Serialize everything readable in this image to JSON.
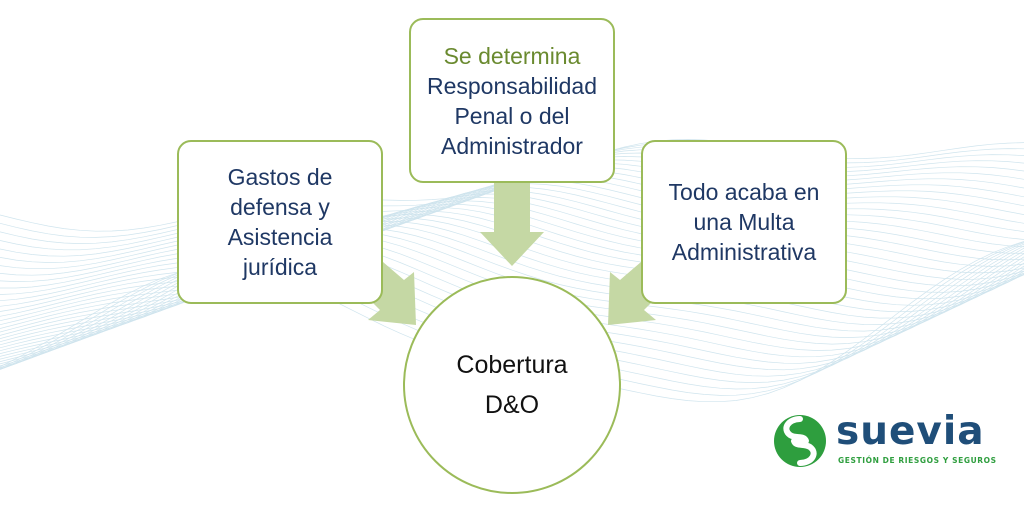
{
  "diagram": {
    "top_box": {
      "lines": [
        "Se determina",
        "Responsabilidad",
        "Penal o del",
        "Administrador"
      ]
    },
    "left_box": {
      "lines": [
        "Gastos de",
        "defensa y",
        "Asistencia",
        "jurídica"
      ]
    },
    "right_box": {
      "lines": [
        "Todo acaba en",
        "una Multa",
        "Administrativa"
      ]
    },
    "center": {
      "lines": [
        "Cobertura",
        "D&O"
      ]
    }
  },
  "logo": {
    "name": "suevia",
    "tagline": "GESTIÓN DE RIESGOS Y SEGUROS"
  },
  "colors": {
    "box_border": "#9bbb59",
    "arrow_fill": "#c5d8a4",
    "text_blue": "#1f3864",
    "text_green": "#6a8a2f",
    "logo_green": "#2e9e3e",
    "logo_blue": "#1f4e79",
    "wave_lines": "#a9cfe0"
  }
}
